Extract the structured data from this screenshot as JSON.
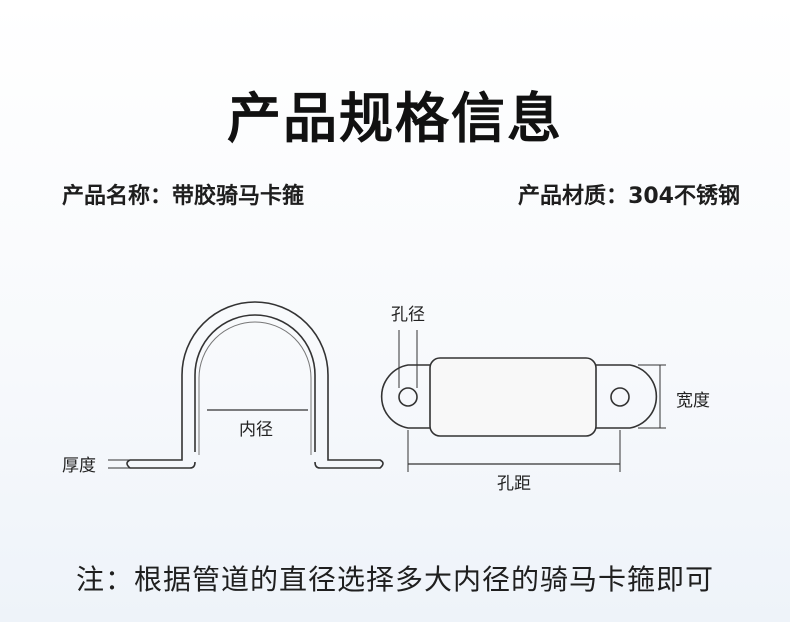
{
  "title": "产品规格信息",
  "specs": {
    "name_label": "产品名称：",
    "name_value": "带胶骑马卡箍",
    "material_label": "产品材质：",
    "material_value": "304不锈钢"
  },
  "dimensions": {
    "inner_diameter": "内径",
    "thickness": "厚度",
    "hole_diameter": "孔径",
    "width": "宽度",
    "hole_spacing": "孔距"
  },
  "note": "注：根据管道的直径选择多大内径的骑马卡箍即可"
}
